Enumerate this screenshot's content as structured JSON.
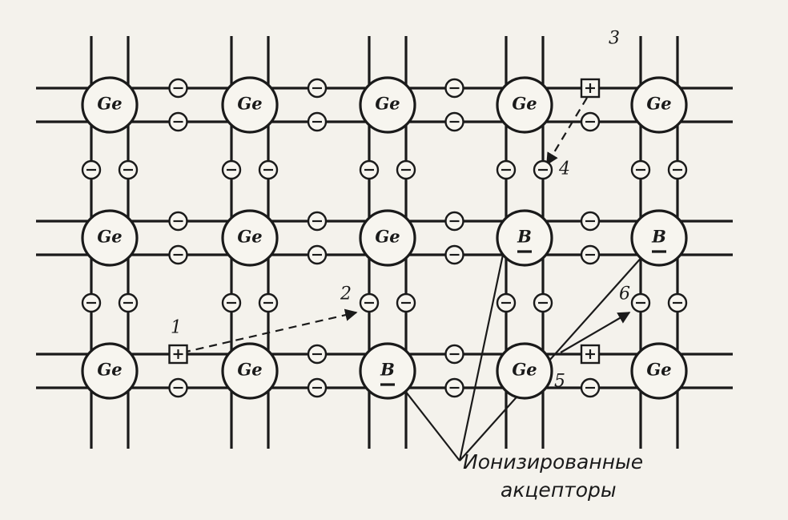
{
  "atoms": [
    {
      "symbol": "Ge"
    },
    {
      "symbol": "Ge"
    },
    {
      "symbol": "Ge"
    },
    {
      "symbol": "Ge"
    },
    {
      "symbol": "Ge"
    },
    {
      "symbol": "Ge"
    },
    {
      "symbol": "Ge"
    },
    {
      "symbol": "Ge"
    },
    {
      "symbol": "B",
      "underline": true
    },
    {
      "symbol": "B",
      "underline": true
    },
    {
      "symbol": "Ge"
    },
    {
      "symbol": "Ge"
    },
    {
      "symbol": "B",
      "underline": true
    },
    {
      "symbol": "Ge"
    },
    {
      "symbol": "Ge"
    }
  ],
  "markers": [
    "1",
    "2",
    "3",
    "4",
    "5",
    "6"
  ],
  "caption": {
    "line1": "Ионизированные",
    "line2": "акцепторы"
  }
}
